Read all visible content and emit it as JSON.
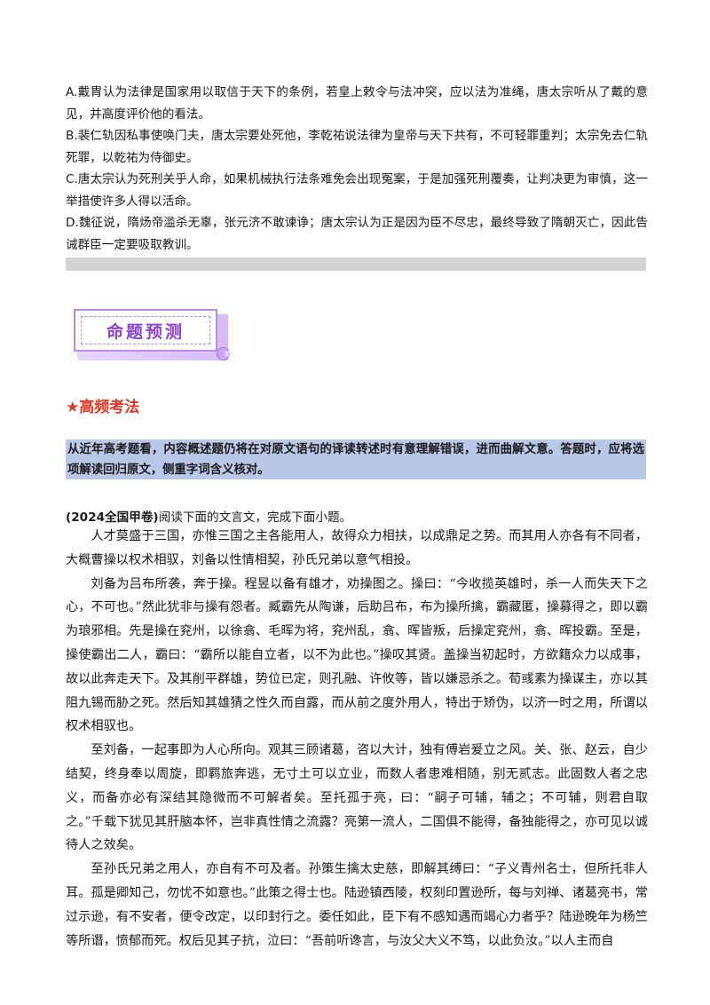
{
  "options": [
    "A.戴胄认为法律是国家用以取信于天下的条例，若皇上敕令与法冲突，应以法为准绳，唐太宗听从了戴的意见，并高度评价他的看法。",
    "B.裴仁轨因私事使唤门夫，唐太宗要处死他，李乾祐说法律为皇帝与天下共有，不可轻罪重判；太宗免去仁轨死罪，以乾祐为侍御史。",
    "C.唐太宗认为死刑关乎人命，如果机械执行法条难免会出现冤案，于是加强死刑覆奏，让判决更为审慎，这一举措使许多人得以活命。",
    "D.魏征说，隋炀帝滥杀无辜，张元济不敢谏诤；唐太宗认为正是因为臣不尽忠，最终导致了隋朝灭亡，因此告诫群臣一定要吸取教训。"
  ],
  "banner": {
    "title": "命题预测"
  },
  "section_heading": "★高频考法",
  "callout": "从近年高考题看，内容概述题仍将在对原文语句的译读转述时有意理解错误，进而曲解文意。答题时，应将选项解读回归原文，侧重字词含义核对。",
  "source": {
    "label": "(2024全国甲卷)",
    "instruction": "阅读下面的文言文，完成下面小题。"
  },
  "passage": [
    "人才莫盛于三国，亦惟三国之主各能用人，故得众力相扶，以成鼎足之势。而其用人亦各有不同者，大概曹操以权术相驭，刘备以性情相契，孙氏兄弟以意气相投。",
    "刘备为吕布所袭，奔于操。程昱以备有雄才，劝操图之。操曰：“今收揽英雄时，杀一人而失天下之心，不可也。”然此犹非与操有怨者。臧霸先从陶谦，后助吕布，布为操所擒，霸藏匿，操募得之，即以霸为琅邪相。先是操在兖州，以徐翕、毛晖为将，兖州乱，翕、晖皆叛，后操定兖州，翕、晖投霸。至是，操使霸出二人，霸曰：“霸所以能自立者，以不为此也。”操叹其贤。盖操当初起时，方欲籍众力以成事，故以此奔走天下。及其削平群雄，势位已定，则孔融、许攸等，皆以嫌忌杀之。荀彧素为操谋主，亦以其阻九锡而胁之死。然后知其雄猜之性久而自露，而从前之度外用人，特出于矫伪，以济一时之用，所谓以权术相驭也。",
    "至刘备，一起事即为人心所向。观其三顾诸葛，咨以大计，独有傅岩爰立之风。关、张、赵云，自少结契，终身奉以周旋，即羁旅奔逃，无寸土可以立业，而数人者患难相随，别无贰志。此固数人者之忠义，而备亦必有深结其隐微而不可解者矣。至托孤于亮，曰：“嗣子可辅，辅之；不可辅，则君自取之。”千载下犹见其肝脑本怀，岂非真性情之流露？亮第一流人，二国俱不能得，备独能得之，亦可见以诚待人之效矣。",
    "至孙氏兄弟之用人，亦自有不可及者。孙策生擒太史慈，即解其缚曰：“子义青州名士，但所托非人耳。孤是卿知己，勿忧不如意也。”此策之得士也。陆逊镇西陵，权刻印置逊所，每与刘禅、诸葛亮书，常过示逊，有不安者，便令改定，以印封行之。委任如此，臣下有不感知遇而竭心力者乎？陆逊晚年为杨竺等所谮，愤郁而死。权后见其子抗，泣曰：“吾前听谗言，与汝父大义不笃，以此负汝。”以人主而自"
  ]
}
